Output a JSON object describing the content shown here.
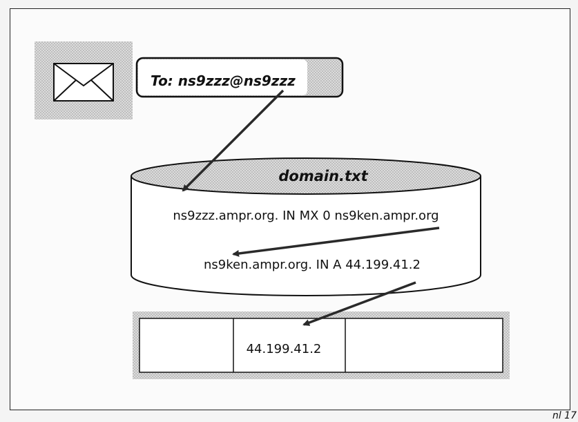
{
  "email": {
    "to_label": "To: ns9zzz@ns9zzz"
  },
  "database": {
    "title": "domain.txt",
    "mx_record": "ns9zzz.ampr.org.  IN  MX  0  ns9ken.ampr.org",
    "a_record": "ns9ken.ampr.org.  IN  A  44.199.41.2"
  },
  "address_table": {
    "cells": [
      "",
      "44.199.41.2",
      ""
    ]
  },
  "page_label": "nl 17",
  "colors": {
    "ink": "#111111",
    "hatch": "#cfcfcf",
    "paper": "#fbfbfb"
  }
}
